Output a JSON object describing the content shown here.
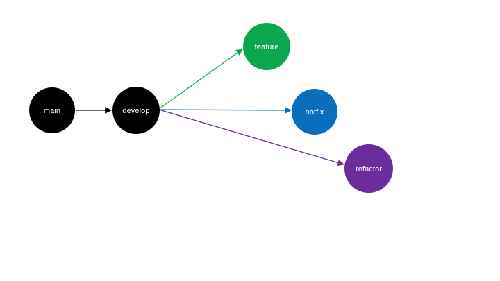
{
  "diagram": {
    "background_color": "#ffffff",
    "label_text_color": "#ffffff",
    "nodes": [
      {
        "id": "main",
        "label": "main",
        "color": "#000000"
      },
      {
        "id": "develop",
        "label": "develop",
        "color": "#000000"
      },
      {
        "id": "feature",
        "label": "feature",
        "color": "#0CA64E"
      },
      {
        "id": "hotfix",
        "label": "hotfix",
        "color": "#0A6EBD"
      },
      {
        "id": "refactor",
        "label": "refactor",
        "color": "#6C2D9C"
      }
    ],
    "edges": [
      {
        "from": "main",
        "to": "develop",
        "color": "#000000"
      },
      {
        "from": "develop",
        "to": "feature",
        "color": "#0CA64E"
      },
      {
        "from": "develop",
        "to": "hotfix",
        "color": "#0A6EBD"
      },
      {
        "from": "develop",
        "to": "refactor",
        "color": "#6C2D9C"
      }
    ]
  }
}
